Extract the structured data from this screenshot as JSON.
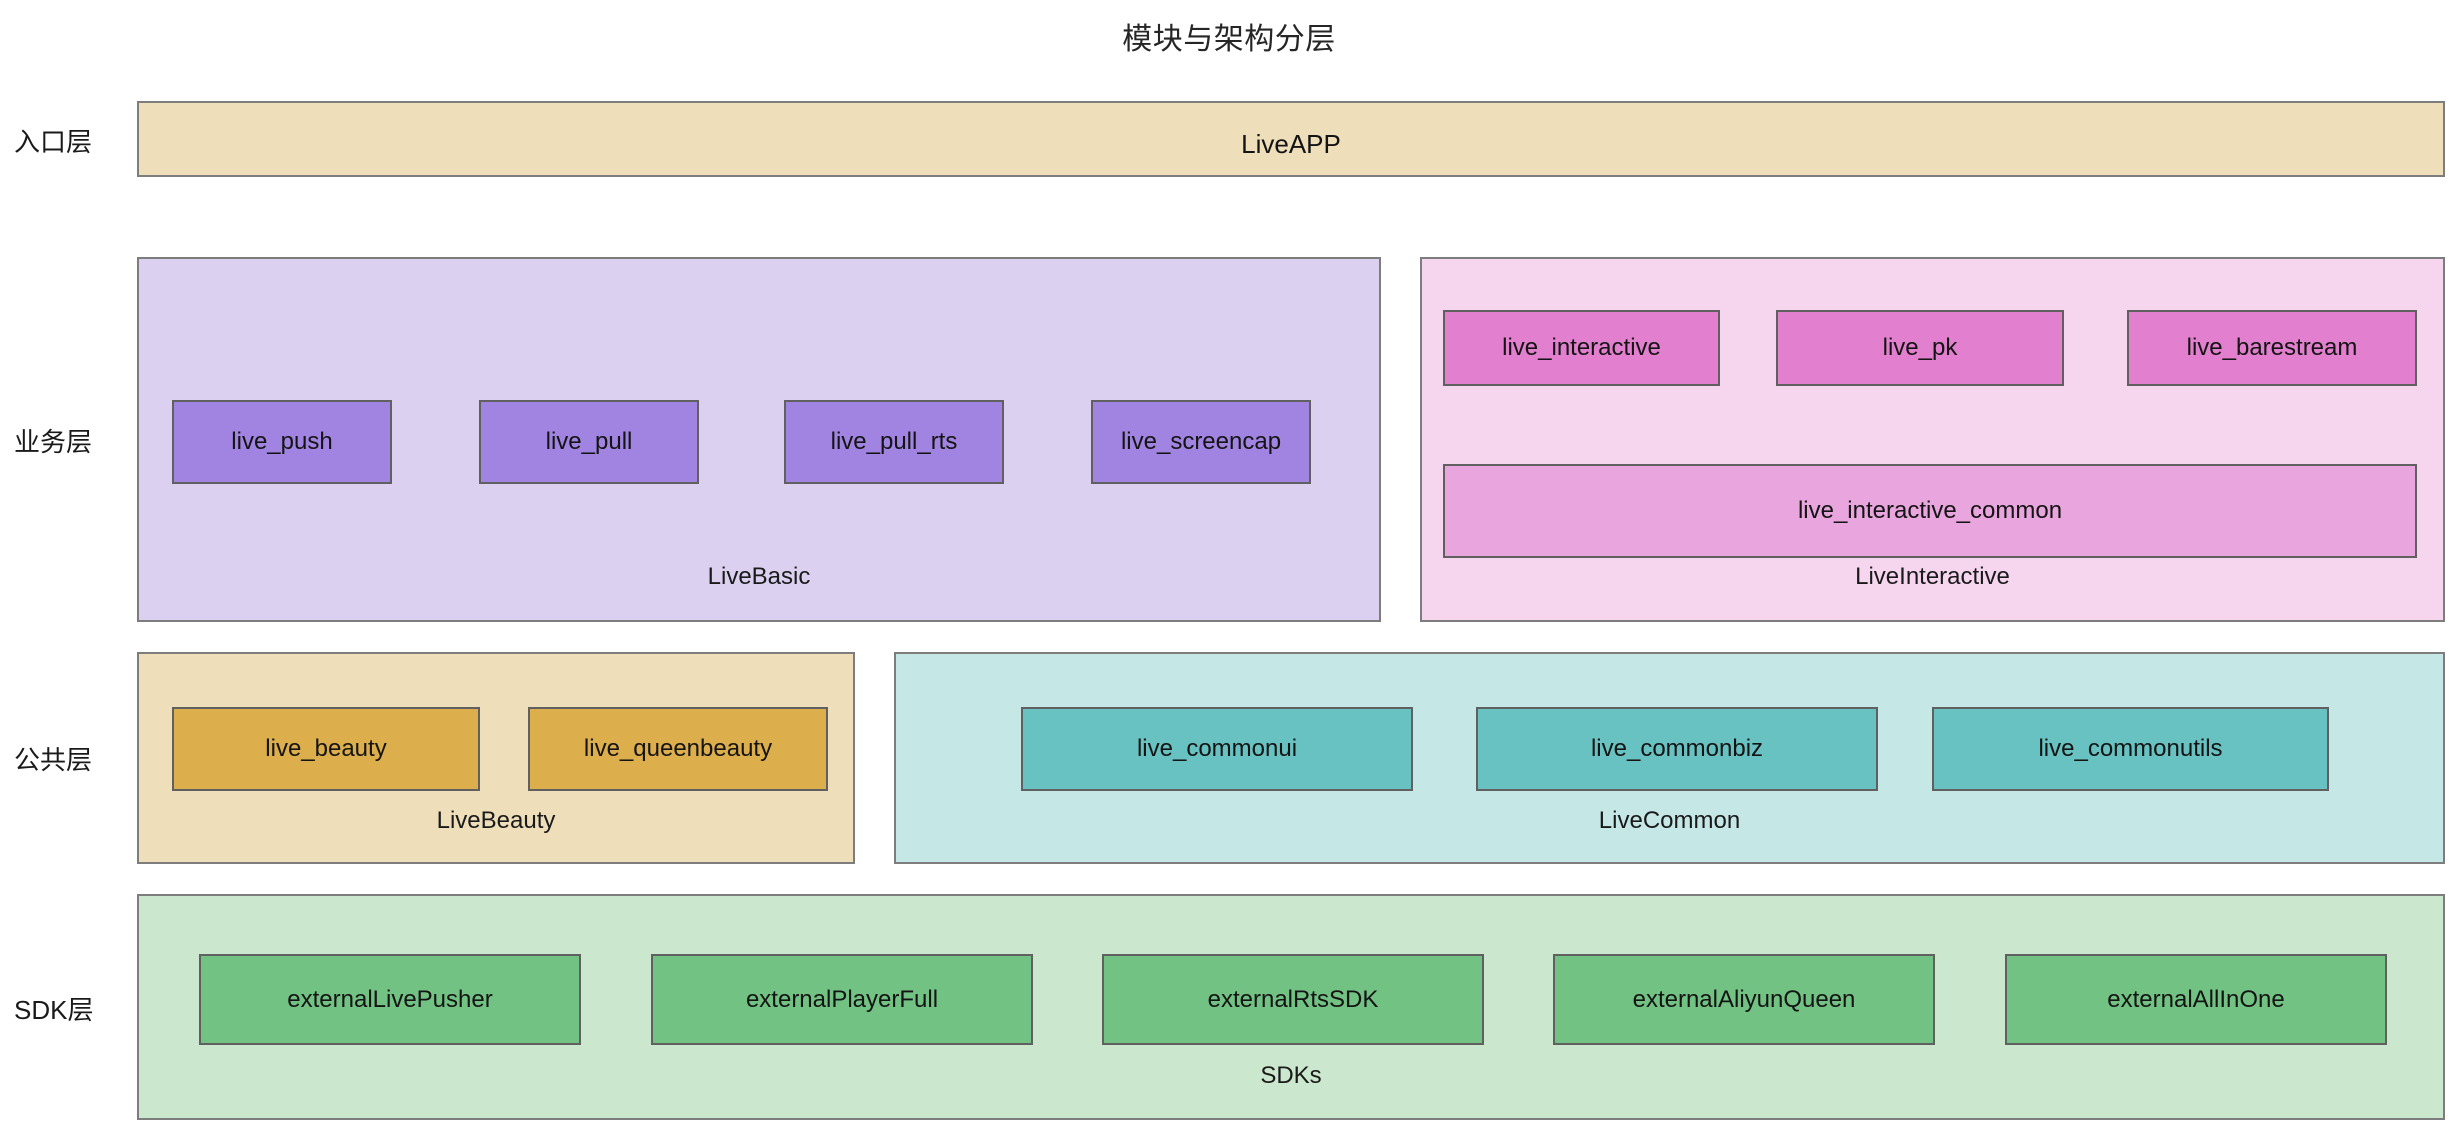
{
  "title": "模块与架构分层",
  "layers": [
    {
      "key": "entry",
      "label": "入口层",
      "groups": [
        {
          "key": "liveapp",
          "name": "LiveAPP",
          "name_position": "center",
          "chips": []
        }
      ]
    },
    {
      "key": "business",
      "label": "业务层",
      "groups": [
        {
          "key": "livebasic",
          "name": "LiveBasic",
          "name_position": "bottom",
          "chips": [
            "live_push",
            "live_pull",
            "live_pull_rts",
            "live_screencap"
          ]
        },
        {
          "key": "liveinteractive",
          "name": "LiveInteractive",
          "name_position": "bottom",
          "chips": [
            "live_interactive",
            "live_pk",
            "live_barestream"
          ],
          "wide_chips": [
            "live_interactive_common"
          ]
        }
      ]
    },
    {
      "key": "public",
      "label": "公共层",
      "groups": [
        {
          "key": "livebeauty",
          "name": "LiveBeauty",
          "name_position": "bottom",
          "chips": [
            "live_beauty",
            "live_queenbeauty"
          ]
        },
        {
          "key": "livecommon",
          "name": "LiveCommon",
          "name_position": "bottom",
          "chips": [
            "live_commonui",
            "live_commonbiz",
            "live_commonutils"
          ]
        }
      ]
    },
    {
      "key": "sdk",
      "label": "SDK层",
      "groups": [
        {
          "key": "sdks",
          "name": "SDKs",
          "name_position": "bottom",
          "chips": [
            "externalLivePusher",
            "externalPlayerFull",
            "externalRtsSDK",
            "externalAliyunQueen",
            "externalAllInOne"
          ]
        }
      ]
    }
  ],
  "colors": {
    "entry_fill": "#eedfba",
    "basic_fill": "#dbd0f0",
    "basic_chip": "#a184e2",
    "interactive_fill": "#f6d5ef",
    "interactive_chip": "#e27fce",
    "interactive_wide_chip": "#e9a5dd",
    "beauty_fill": "#eedfba",
    "beauty_chip": "#ddae4c",
    "common_fill": "#c5e7e6",
    "common_chip": "#68c2c1",
    "sdk_fill": "#cbe7cd",
    "sdk_chip": "#72c283",
    "border": "#7d7d7d",
    "chip_border": "#606060",
    "background": "#ffffff",
    "text": "#1a1a1a"
  }
}
